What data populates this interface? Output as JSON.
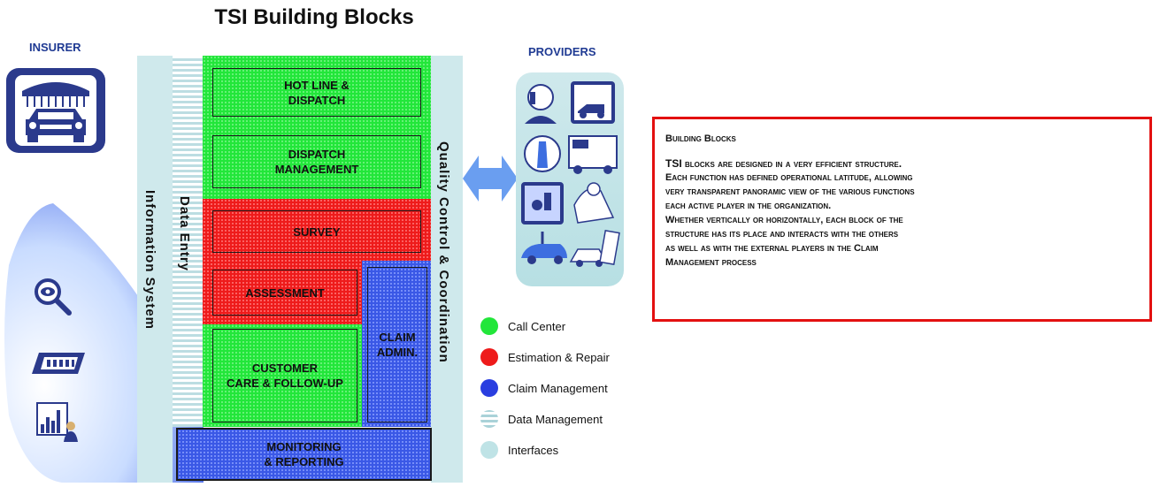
{
  "title": "TSI Building Blocks",
  "insurer_label": "INSURER",
  "providers_label": "PROVIDERS",
  "columns": {
    "information_system": "Information System",
    "data_entry": "Data Entry",
    "quality_control": "Quality Control & Coordination"
  },
  "blocks": {
    "hotline": "HOT LINE &\nDISPATCH",
    "dispatch_mgmt": "DISPATCH\nMANAGEMENT",
    "survey": "SURVEY",
    "assessment": "ASSESSMENT",
    "claim_admin": "CLAIM\nADMIN.",
    "customer_care": "CUSTOMER\nCARE & FOLLOW-UP",
    "monitoring": "MONITORING\n& REPORTING"
  },
  "legend": [
    {
      "label": "Call Center",
      "color": "#22e63a",
      "style": "solid"
    },
    {
      "label": "Estimation & Repair",
      "color": "#ee1b1b",
      "style": "solid"
    },
    {
      "label": "Claim Management",
      "color": "#2a3ee0",
      "style": "solid"
    },
    {
      "label": "Data Management",
      "color": "#bcdde2",
      "style": "striped"
    },
    {
      "label": "Interfaces",
      "color": "#bfe3e6",
      "style": "solid"
    }
  ],
  "colors": {
    "call_center": "#22e63a",
    "estimation_repair": "#ee1b1b",
    "claim_management": "#3a58e6",
    "interfaces": "#cfe9ec",
    "border_accent": "#e31010",
    "insurer_icon": "#2b3a8c"
  },
  "description": {
    "heading": "Building Blocks",
    "paragraphs": [
      "TSI blocks are designed in a very efficient structure.",
      "Each function has defined operational latitude, allowing",
      "very transparent panoramic view of the various functions",
      "each active player in the organization.",
      "Whether vertically or horizontally, each block of the",
      "structure has its place and interacts with the others",
      "as well as with the external players in the Claim",
      "Management process"
    ]
  },
  "icons": {
    "insurer": "car-wash-icon",
    "left_tools": [
      "magnifier-eye-icon",
      "keyboard-icon",
      "chart-analyst-icon"
    ],
    "providers": [
      "phone-operator-icon",
      "tow-truck-icon",
      "doctor-icon",
      "ambulance-icon",
      "parts-icon",
      "office-worker-icon",
      "car-lift-icon",
      "repair-invoice-icon"
    ],
    "connector": "double-arrow-icon"
  }
}
